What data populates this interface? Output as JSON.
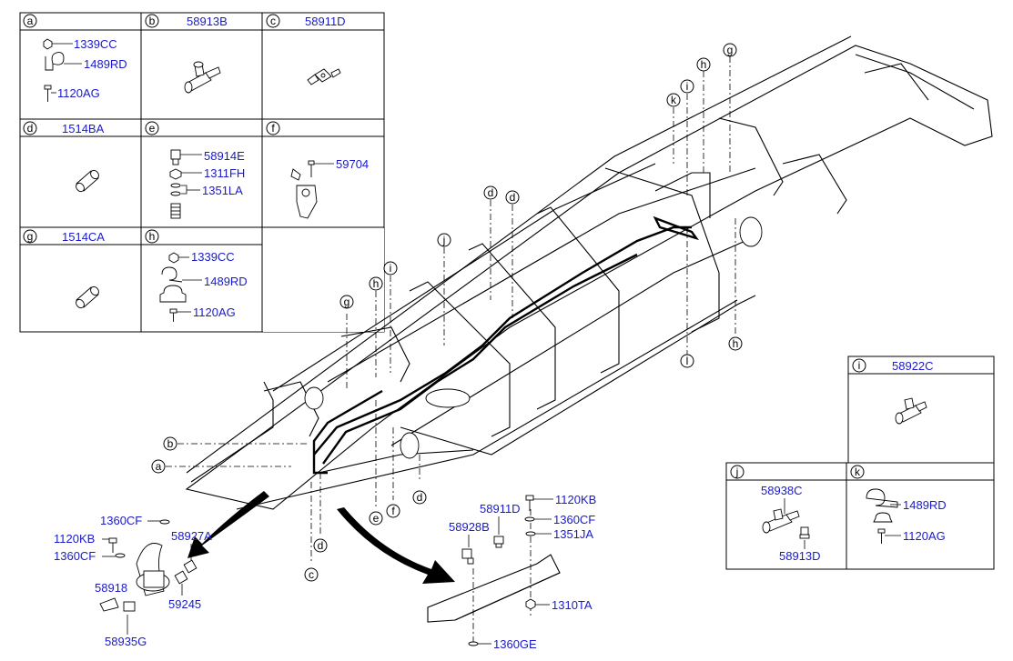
{
  "legend": {
    "a": {
      "letter": "a",
      "parts": [
        "1339CC",
        "1489RD",
        "1120AG"
      ]
    },
    "b": {
      "letter": "b",
      "title": "58913B"
    },
    "c": {
      "letter": "c",
      "title": "58911D"
    },
    "d": {
      "letter": "d",
      "title": "1514BA"
    },
    "e": {
      "letter": "e",
      "parts": [
        "58914E",
        "1311FH",
        "1351LA"
      ]
    },
    "f": {
      "letter": "f",
      "parts": [
        "59704"
      ]
    },
    "g": {
      "letter": "g",
      "title": "1514CA"
    },
    "h": {
      "letter": "h",
      "parts": [
        "1339CC",
        "1489RD",
        "1120AG"
      ]
    }
  },
  "boxes": {
    "i": {
      "letter": "i",
      "title": "58922C"
    },
    "j": {
      "letter": "j",
      "parts": [
        "58938C",
        "58913D"
      ]
    },
    "k": {
      "letter": "k",
      "parts": [
        "1489RD",
        "1120AG"
      ]
    }
  },
  "callouts": {
    "a": "a",
    "b": "b",
    "c": "c",
    "d": "d",
    "e": "e",
    "f": "f",
    "g": "g",
    "h": "h",
    "i": "i",
    "j": "j",
    "k": "k",
    "l": "l"
  },
  "lower_left": [
    "1360CF",
    "1120KB",
    "1360CF",
    "58927A",
    "58918",
    "59245",
    "58935G"
  ],
  "lower_mid": [
    "58911D",
    "58928B",
    "1120KB",
    "1360CF",
    "1351JA",
    "1310TA",
    "1360GE"
  ],
  "colors": {
    "part_number_text": "#1a1acc",
    "line": "#000000",
    "background": "#ffffff"
  }
}
